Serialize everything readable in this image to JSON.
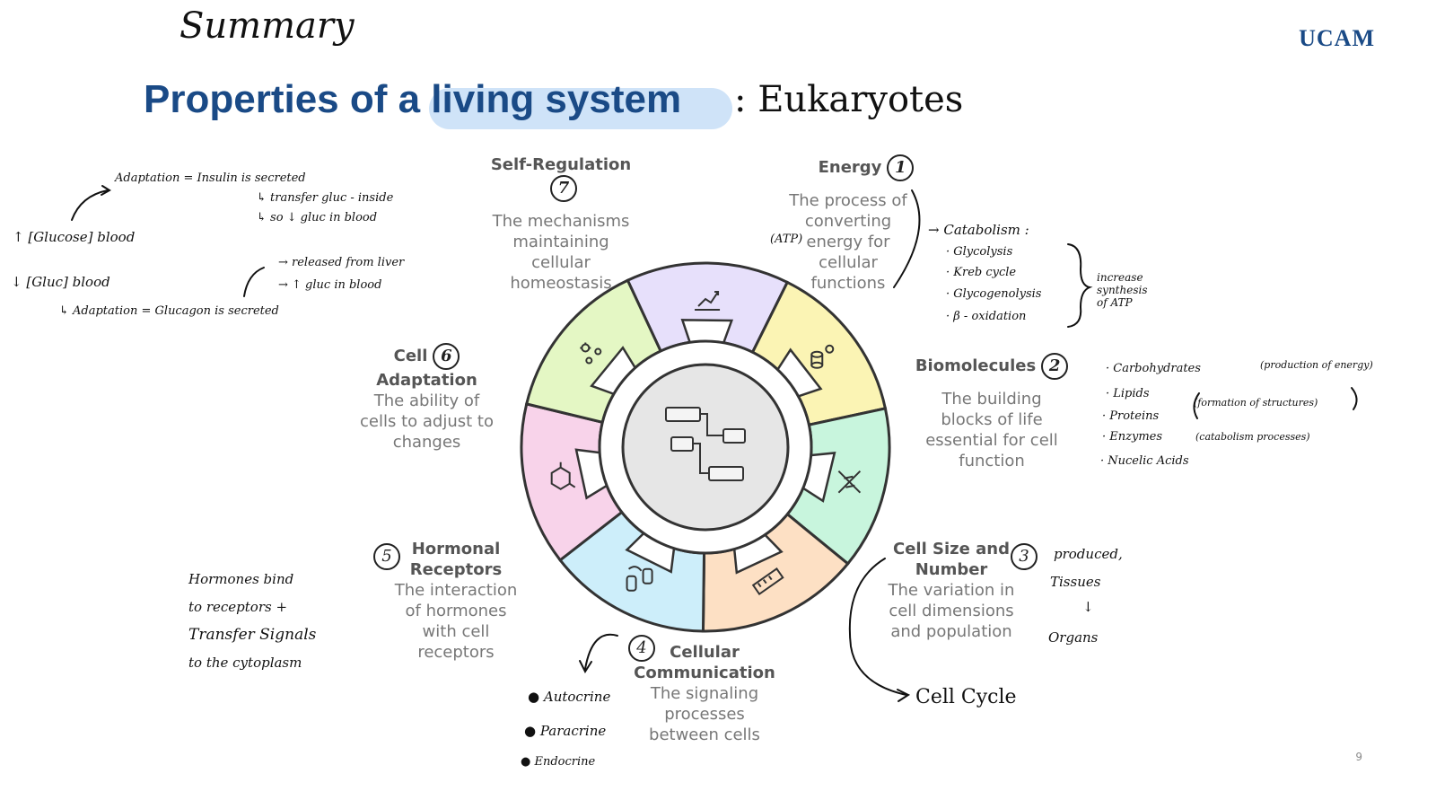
{
  "header": {
    "handwritten_heading": "Summary",
    "title": "Properties of a living system",
    "title_suffix": ": Eukaryotes",
    "logo": "UCAM",
    "page_number": "9"
  },
  "wheel": {
    "center_icon": "flowchart-icon",
    "segments": [
      {
        "name": "self-regulation",
        "color": "#e7e0fb",
        "icon": "growth-chart-icon"
      },
      {
        "name": "energy",
        "color": "#fbf4b4",
        "icon": "coins-icon"
      },
      {
        "name": "biomolecules",
        "color": "#c8f5dd",
        "icon": "dna-icon"
      },
      {
        "name": "cell-size",
        "color": "#fde0c4",
        "icon": "ruler-icon"
      },
      {
        "name": "communication",
        "color": "#cdeefa",
        "icon": "database-sync-icon"
      },
      {
        "name": "hormonal",
        "color": "#f8d3ea",
        "icon": "molecule-icon"
      },
      {
        "name": "adaptation",
        "color": "#e4f7c4",
        "icon": "virus-icon"
      }
    ]
  },
  "properties": {
    "self_regulation": {
      "title": "Self-Regulation",
      "number": "7",
      "desc": [
        "The mechanisms",
        "maintaining",
        "cellular",
        "homeostasis"
      ]
    },
    "energy": {
      "title": "Energy",
      "number": "1",
      "desc": [
        "The process of",
        "converting",
        "energy for",
        "cellular",
        "functions"
      ]
    },
    "biomolecules": {
      "title": "Biomolecules",
      "number": "2",
      "desc": [
        "The building",
        "blocks of life",
        "essential for cell",
        "function"
      ]
    },
    "cell_size": {
      "title": [
        "Cell Size and",
        "Number"
      ],
      "number": "3",
      "desc": [
        "The variation in",
        "cell dimensions",
        "and population"
      ]
    },
    "communication": {
      "title": [
        "Cellular",
        "Communication"
      ],
      "number": "4",
      "desc": [
        "The signaling",
        "processes",
        "between cells"
      ]
    },
    "hormonal": {
      "title": [
        "Hormonal",
        "Receptors"
      ],
      "number": "5",
      "desc": [
        "The interaction",
        "of hormones",
        "with cell",
        "receptors"
      ]
    },
    "adaptation": {
      "title": [
        "Cell",
        "Adaptation"
      ],
      "number": "6",
      "desc": [
        "The ability of",
        "cells to adjust to",
        "changes"
      ]
    }
  },
  "notes": {
    "glucose_high": "↑ [Glucose] blood",
    "adaptation_insulin": "Adaptation = Insulin is secreted",
    "insulin_1": "↳ transfer gluc - inside",
    "insulin_2": "↳ so ↓ gluc in blood",
    "glucose_low": "↓ [Gluc] blood",
    "glucagon_1": "→ released from liver",
    "glucagon_2": "→ ↑ gluc in blood",
    "adaptation_glucagon": "↳ Adaptation = Glucagon is secreted",
    "atp": "(ATP)",
    "catabolism": "→ Catabolism :",
    "cat_items": [
      "· Glycolysis",
      "· Kreb cycle",
      "· Glycogenolysis",
      "· β - oxidation"
    ],
    "increase": [
      "increase",
      "synthesis",
      "of ATP"
    ],
    "bio_items": [
      "· Carbohydrates",
      "· Lipids",
      "· Proteins",
      "· Enzymes",
      "· Nucelic Acids"
    ],
    "bio_production": "(production of energy)",
    "bio_formation": "(formation of structures)",
    "bio_catabolism": "(catabolism processes)",
    "size_produced": "produced,",
    "size_tissues": "Tissues",
    "size_arrow": "↓",
    "size_organs": "Organs",
    "cell_cycle": "Cell Cycle",
    "hormone_lines": [
      "Hormones bind",
      "to receptors +",
      "Transfer Signals",
      "to the cytoplasm"
    ],
    "comm_items": [
      "● Autocrine",
      "● Paracrine",
      "● Endocrine"
    ]
  }
}
